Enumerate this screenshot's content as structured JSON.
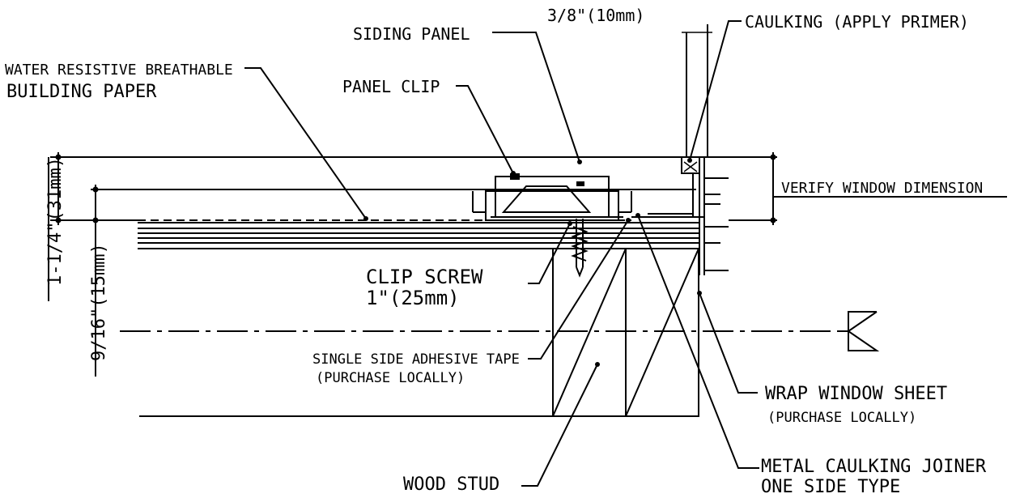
{
  "labels": {
    "siding_panel": "SIDING PANEL",
    "water_resistive_1": "WATER RESISTIVE BREATHABLE",
    "water_resistive_2": "BUILDING PAPER",
    "panel_clip": "PANEL CLIP",
    "gap_dim": "3/8\"(10mm)",
    "caulking": "CAULKING (APPLY PRIMER)",
    "verify_window": "VERIFY WINDOW DIMENSION",
    "dim_31": "1-1/4\"(31mm)",
    "dim_15": "9/16\"(15mm)",
    "clip_screw_1": "CLIP SCREW",
    "clip_screw_2": "1\"(25mm)",
    "tape_1": "SINGLE SIDE ADHESIVE TAPE",
    "tape_2": "(PURCHASE LOCALLY)",
    "wrap_1": "WRAP WINDOW SHEET",
    "wrap_2": "(PURCHASE LOCALLY)",
    "wood_stud": "WOOD STUD",
    "joiner_1": "METAL CAULKING JOINER",
    "joiner_2": "ONE SIDE TYPE"
  }
}
